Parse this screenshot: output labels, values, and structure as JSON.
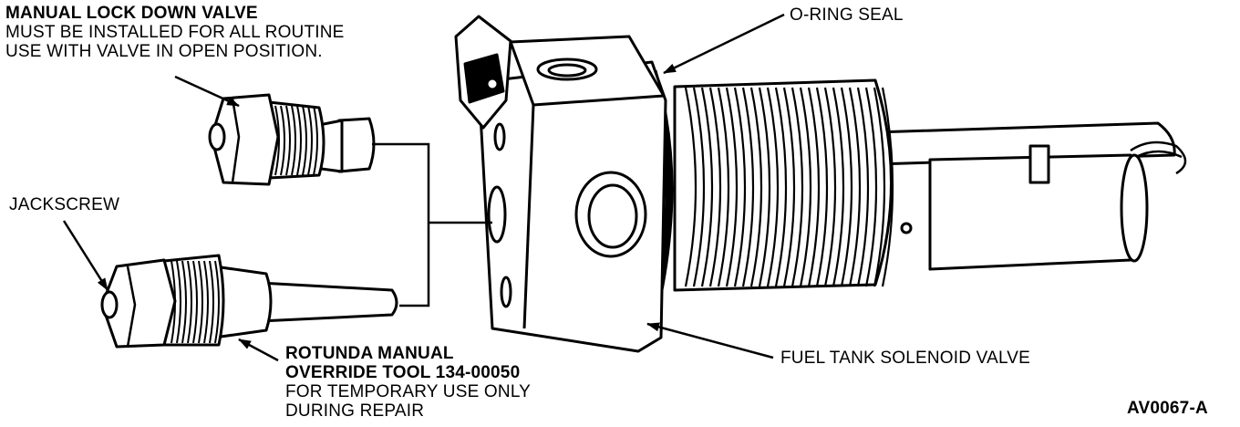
{
  "labels": {
    "manual_lock_down_valve": {
      "title": "MANUAL LOCK DOWN VALVE",
      "line1": "MUST BE INSTALLED FOR ALL ROUTINE",
      "line2": "USE WITH VALVE IN OPEN POSITION."
    },
    "jackscrew": "JACKSCREW",
    "o_ring_seal": "O-RING SEAL",
    "rotunda_tool": {
      "title1": "ROTUNDA MANUAL",
      "title2": "OVERRIDE TOOL 134-00050",
      "line1": "FOR TEMPORARY USE ONLY",
      "line2": "DURING REPAIR"
    },
    "fuel_tank_solenoid_valve": "FUEL TANK SOLENOID VALVE",
    "figure_id": "AV0067-A"
  }
}
